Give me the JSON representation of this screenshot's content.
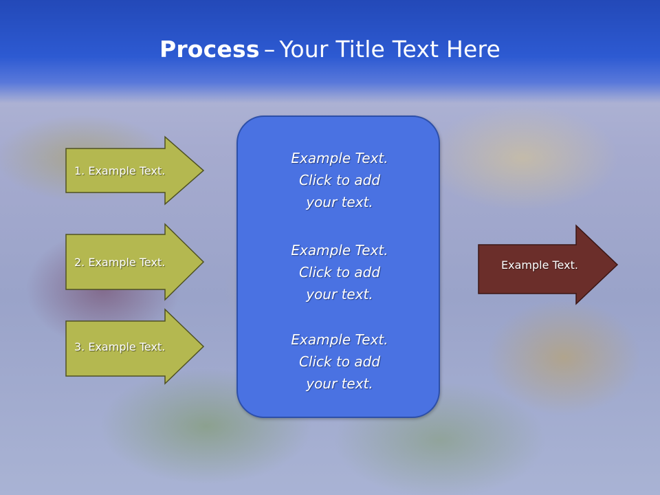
{
  "slide": {
    "title_bold": "Process",
    "title_sep": "–",
    "title_rest": "Your Title Text Here"
  },
  "process": {
    "inputs": [
      {
        "label": "1. Example Text."
      },
      {
        "label": "2. Example Text."
      },
      {
        "label": "3. Example Text."
      }
    ],
    "center_items": [
      {
        "text": "Example Text.\nClick  to add\nyour text."
      },
      {
        "text": "Example Text.\nClick  to add\nyour text."
      },
      {
        "text": "Example Text.\nClick  to add\nyour text."
      }
    ],
    "output": {
      "label": "Example Text."
    }
  },
  "colors": {
    "header_blue": "#2d5ad2",
    "center_box": "#4a72e2",
    "input_arrow": "#b4b850",
    "output_arrow": "#6b2e2a"
  }
}
